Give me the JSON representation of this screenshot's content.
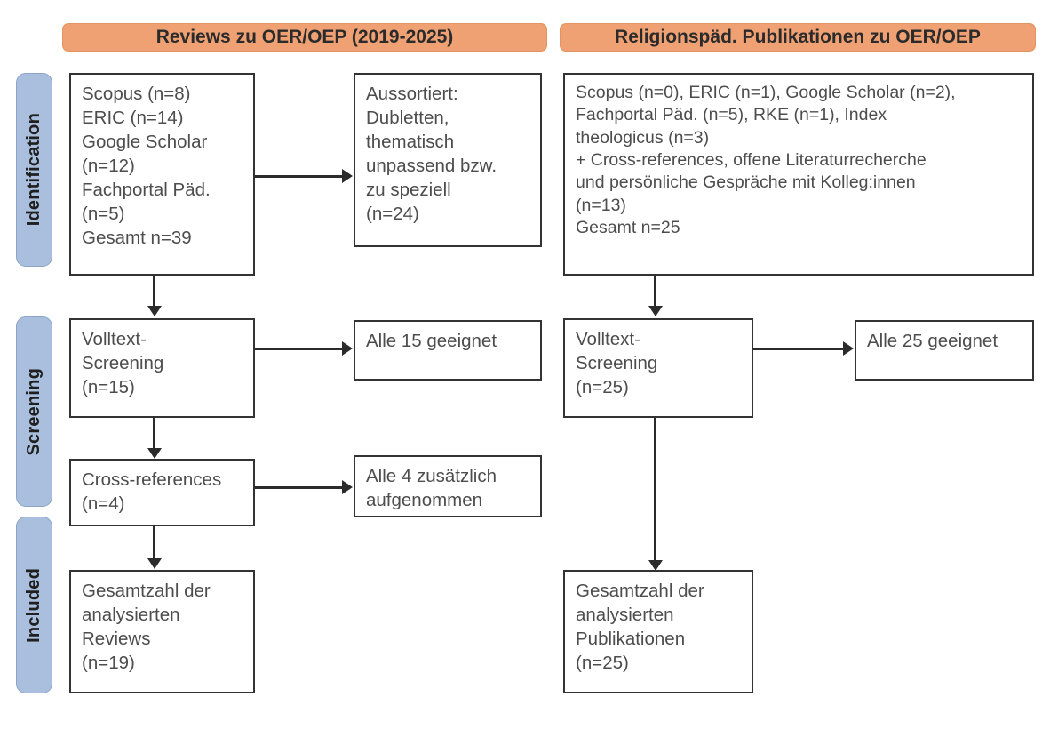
{
  "figure": {
    "type": "prisma-flow-diagram",
    "language": "de"
  },
  "stages": [
    {
      "label": "Identification"
    },
    {
      "label": "Screening"
    },
    {
      "label": "Included"
    }
  ],
  "columns": [
    {
      "header": "Reviews zu OER/OEP (2019-2025)"
    },
    {
      "header": "Religionspäd. Publikationen zu OER/OEP"
    }
  ],
  "boxes": {
    "left_identification": "Scopus (n=8)\nERIC (n=14)\nGoogle Scholar\n(n=12)\nFachportal Päd.\n(n=5)\nGesamt n=39",
    "left_excluded": "Aussortiert:\nDubletten,\nthematisch\nunpassend bzw.\nzu speziell\n(n=24)",
    "left_screening": "Volltext-\nScreening\n(n=15)",
    "left_screening_result": "Alle 15 geeignet",
    "left_crossrefs": "Cross-references\n(n=4)",
    "left_crossrefs_result": "Alle 4 zusätzlich\naufgenommen",
    "left_included": "Gesamtzahl der\nanalysierten\nReviews\n(n=19)",
    "right_identification": "Scopus (n=0), ERIC (n=1), Google Scholar (n=2),\nFachportal Päd. (n=5), RKE (n=1), Index\ntheologicus (n=3)\n+ Cross-references, offene Literaturrecherche\nund persönliche Gespräche mit Kolleg:innen\n(n=13)\nGesamt n=25",
    "right_screening": "Volltext-\nScreening\n(n=25)",
    "right_screening_result": "Alle 25 geeignet",
    "right_included": "Gesamtzahl der\nanalysierten\nPublikationen\n(n=25)"
  },
  "colors": {
    "header_fill": "#f0a173",
    "stage_fill": "#a9bfdd",
    "box_border": "#333333",
    "connector": "#2b2b2b",
    "text": "#4d4d4d"
  }
}
